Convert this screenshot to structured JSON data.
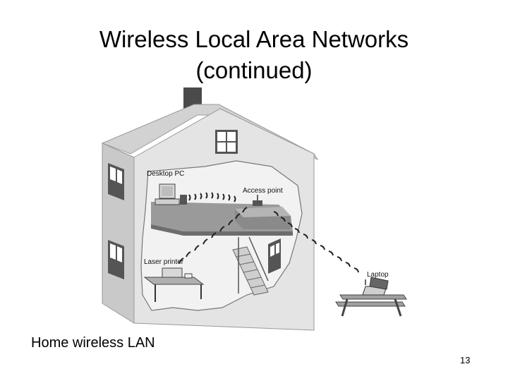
{
  "slide": {
    "title_line1": "Wireless Local Area Networks",
    "title_line2": "(continued)",
    "caption": "Home wireless LAN",
    "page_number": "13"
  },
  "figure": {
    "labels": {
      "desktop_pc": "Desktop PC",
      "access_point": "Access point",
      "laser_printer": "Laser printer",
      "laptop": "Laptop"
    }
  },
  "colors": {
    "house_wall": "#e4e4e4",
    "house_side": "#c9c9c9",
    "roof": "#d2d2d2",
    "interior": "#f2f2f2",
    "dark": "#4a4a4a"
  }
}
